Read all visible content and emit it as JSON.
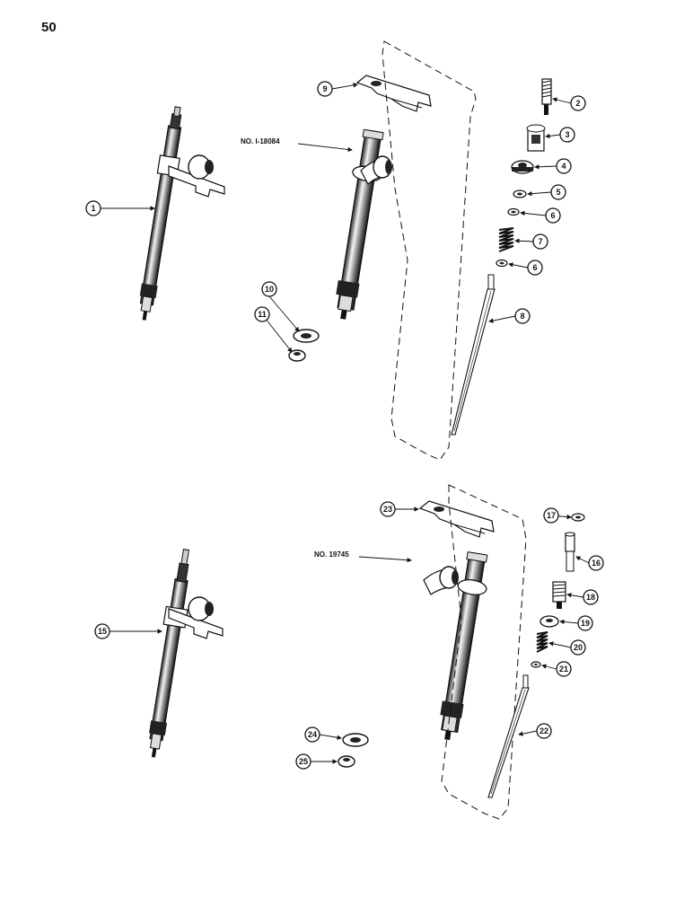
{
  "page_number": "50",
  "assemblies": [
    {
      "ref_label": "NO. I-18084"
    },
    {
      "ref_label": "NO. 19745"
    }
  ],
  "callouts": [
    "1",
    "2",
    "3",
    "4",
    "5",
    "6",
    "7",
    "6",
    "8",
    "9",
    "10",
    "11",
    "15",
    "16",
    "17",
    "18",
    "19",
    "20",
    "21",
    "22",
    "23",
    "24",
    "25"
  ],
  "colors": {
    "ink": "#111111",
    "paper": "#ffffff"
  }
}
